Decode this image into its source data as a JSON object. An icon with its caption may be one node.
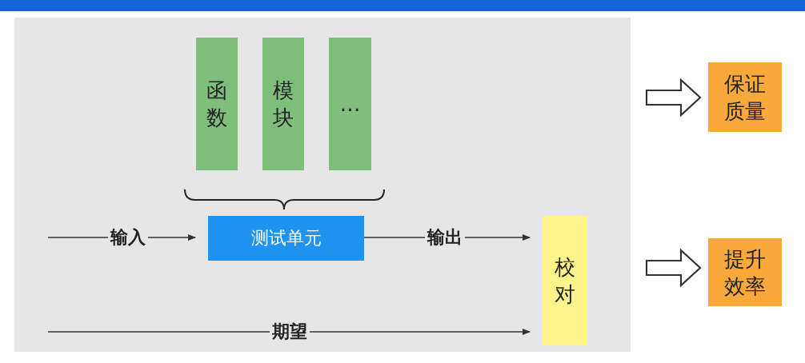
{
  "diagram": {
    "nodes": [
      {
        "text": [
          "函数"
        ]
      },
      {
        "text": [
          "模块"
        ]
      },
      {
        "text": [
          "…"
        ]
      },
      {
        "text": [
          "测试单元"
        ]
      },
      {
        "text": [
          "校对"
        ]
      },
      {
        "text": [
          "保证质量"
        ]
      },
      {
        "text": [
          "提升效率"
        ]
      }
    ],
    "edges": [
      {
        "from": null,
        "to": 3,
        "arrow": "to",
        "label": "输入"
      },
      {
        "from": 3,
        "to": 4,
        "arrow": "to",
        "label": "输出"
      },
      {
        "from": null,
        "to": 4,
        "arrow": "to",
        "label": "期望"
      },
      {
        "from": null,
        "to": 5,
        "arrow": "to"
      },
      {
        "from": null,
        "to": 6,
        "arrow": "to"
      }
    ]
  }
}
